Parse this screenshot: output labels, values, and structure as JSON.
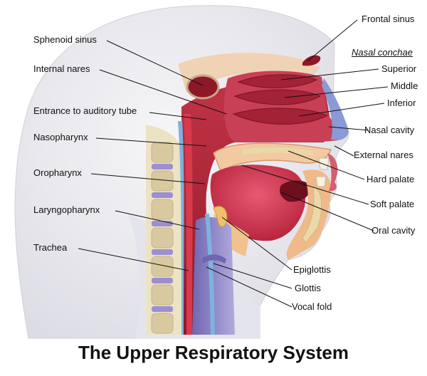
{
  "title": "The Upper Respiratory System",
  "labels_left": [
    "Sphenoid sinus",
    "Internal nares",
    "Entrance to auditory tube",
    "Nasopharynx",
    "Oropharynx",
    "Laryngopharynx",
    "Trachea"
  ],
  "labels_right": {
    "frontal_sinus": "Frontal sinus",
    "nasal_conchae": "Nasal conchae",
    "superior": "Superior",
    "middle": "Middle",
    "inferior": "Inferior",
    "nasal_cavity": "Nasal cavity",
    "external_nares": "External nares",
    "hard_palate": "Hard palate",
    "soft_palate": "Soft palate",
    "oral_cavity": "Oral cavity",
    "epiglottis": "Epiglottis",
    "glottis": "Glottis",
    "vocal_fold": "Vocal fold"
  },
  "colors": {
    "airway": "#b3263a",
    "tongue": "#d8405a",
    "bone": "#e9d4a4",
    "soft_tissue": "#f2b78c",
    "trachea": "#8f86c9",
    "skin": "#e8e8ee"
  }
}
